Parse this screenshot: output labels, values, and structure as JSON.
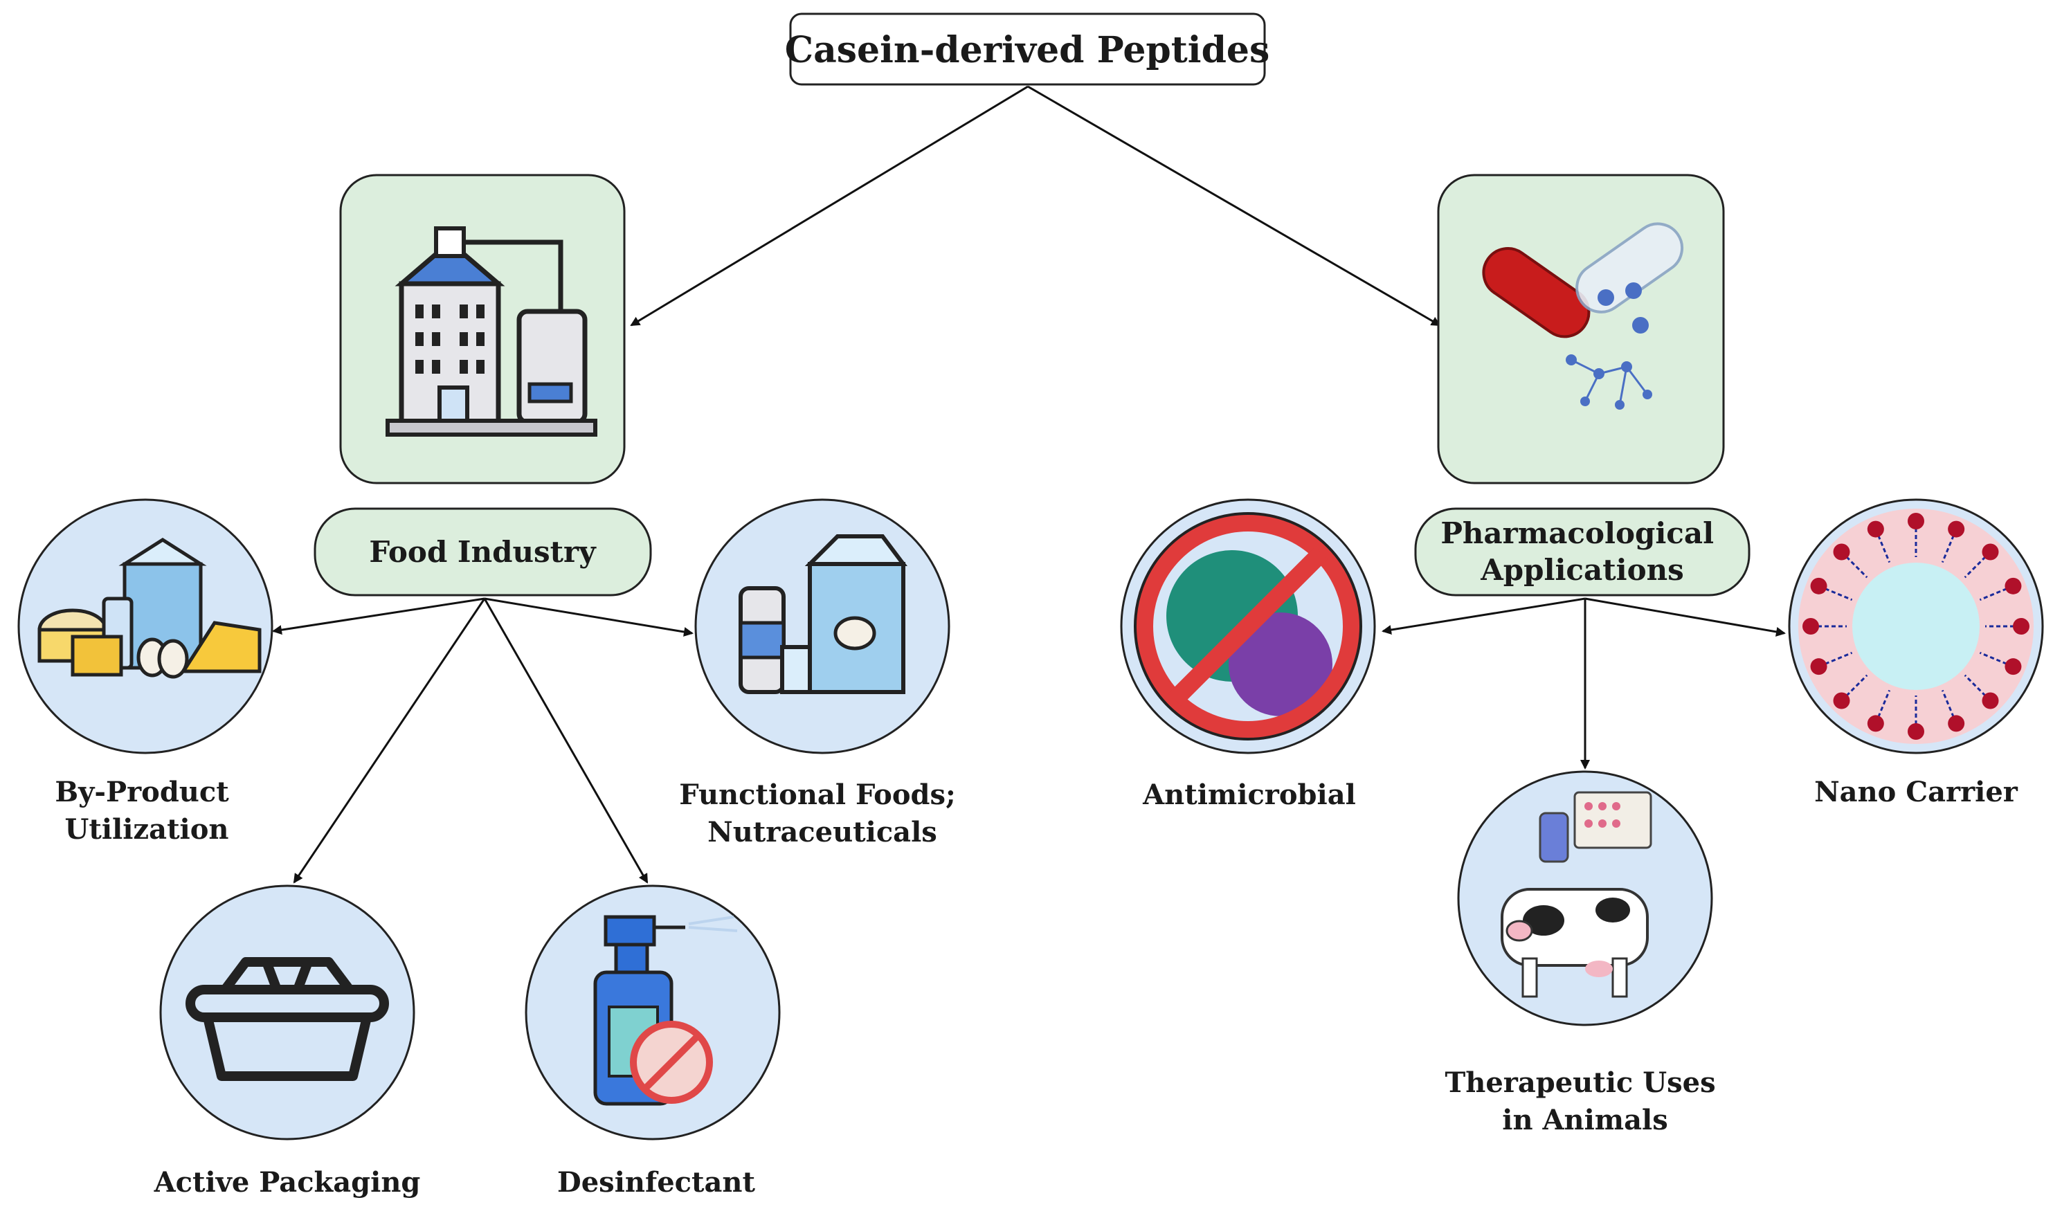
{
  "diagram": {
    "root": {
      "label": "Casein-derived Peptides"
    },
    "branches": [
      {
        "id": "food",
        "label": "Food Industry",
        "icon": "factory-icon",
        "children": [
          {
            "label_lines": [
              "By-Product",
              "Utilization"
            ],
            "icon": "dairy-products-icon"
          },
          {
            "label_lines": [
              "Functional Foods;",
              "Nutraceuticals"
            ],
            "icon": "milk-carton-icon"
          },
          {
            "label_lines": [
              "Active Packaging"
            ],
            "icon": "food-container-icon"
          },
          {
            "label_lines": [
              "Desinfectant"
            ],
            "icon": "disinfectant-spray-icon"
          }
        ]
      },
      {
        "id": "pharma",
        "label_lines": [
          "Pharmacological",
          "Applications"
        ],
        "icon": "capsule-molecules-icon",
        "children": [
          {
            "label_lines": [
              "Antimicrobial"
            ],
            "icon": "no-microbe-icon"
          },
          {
            "label_lines": [
              "Nano Carrier"
            ],
            "icon": "liposome-icon"
          },
          {
            "label_lines": [
              "Therapeutic Uses",
              "in Animals"
            ],
            "icon": "cow-medicine-icon"
          }
        ]
      }
    ]
  },
  "colors": {
    "icon_box_fill": "#dceedd",
    "label_pill_fill": "#dceedd",
    "circle_fill": "#d6e6f7",
    "stroke": "#222222"
  }
}
